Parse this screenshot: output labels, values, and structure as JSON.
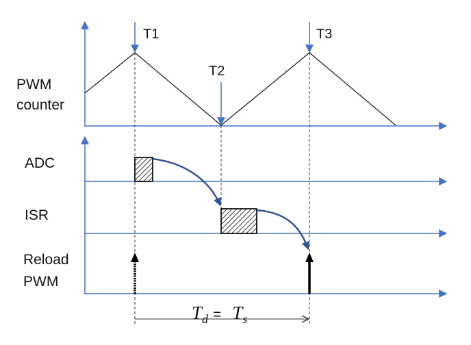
{
  "labels": {
    "pwm": "PWM",
    "counter": "counter",
    "adc": "ADC",
    "isr": "ISR",
    "reload": "Reload",
    "pwm2": "PWM"
  },
  "markers": {
    "t1": "T1",
    "t2": "T2",
    "t3": "T3"
  },
  "formula": {
    "lhs_base": "T",
    "lhs_sub": "d",
    "equals": "=",
    "rhs_base": "T",
    "rhs_sub": "s"
  },
  "colors": {
    "axis": "#4472c4",
    "wave": "#222222",
    "curve": "#2f5597",
    "guide": "#333333",
    "hatch": "#333333",
    "reload_arrow": "#000000"
  }
}
